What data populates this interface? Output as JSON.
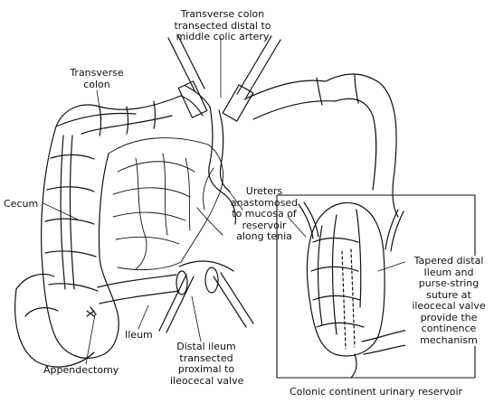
{
  "labels": {
    "transverse_colon_transected": [
      "Transverse colon",
      "transected distal to",
      "middle colic artery"
    ],
    "transverse_colon": [
      "Transverse",
      "colon"
    ],
    "cecum": "Cecum",
    "ileum": "Ileum",
    "appendectomy": "Appendectomy",
    "distal_ileum": [
      "Distal ileum",
      "transected",
      "proximal to",
      "ileocecal valve"
    ],
    "ureters": [
      "Ureters",
      "anastomosed",
      "to mucosa of",
      "reservoir",
      "along tenia"
    ],
    "tapered_distal": [
      "Tapered distal",
      "Ileum and",
      "purse-string",
      "suture at",
      "ileocecal valve",
      "provide the",
      "continence",
      "mechanism"
    ],
    "caption": "Colonic continent urinary reservoir"
  },
  "colors": {
    "ink": "#111111",
    "background": "#ffffff"
  }
}
